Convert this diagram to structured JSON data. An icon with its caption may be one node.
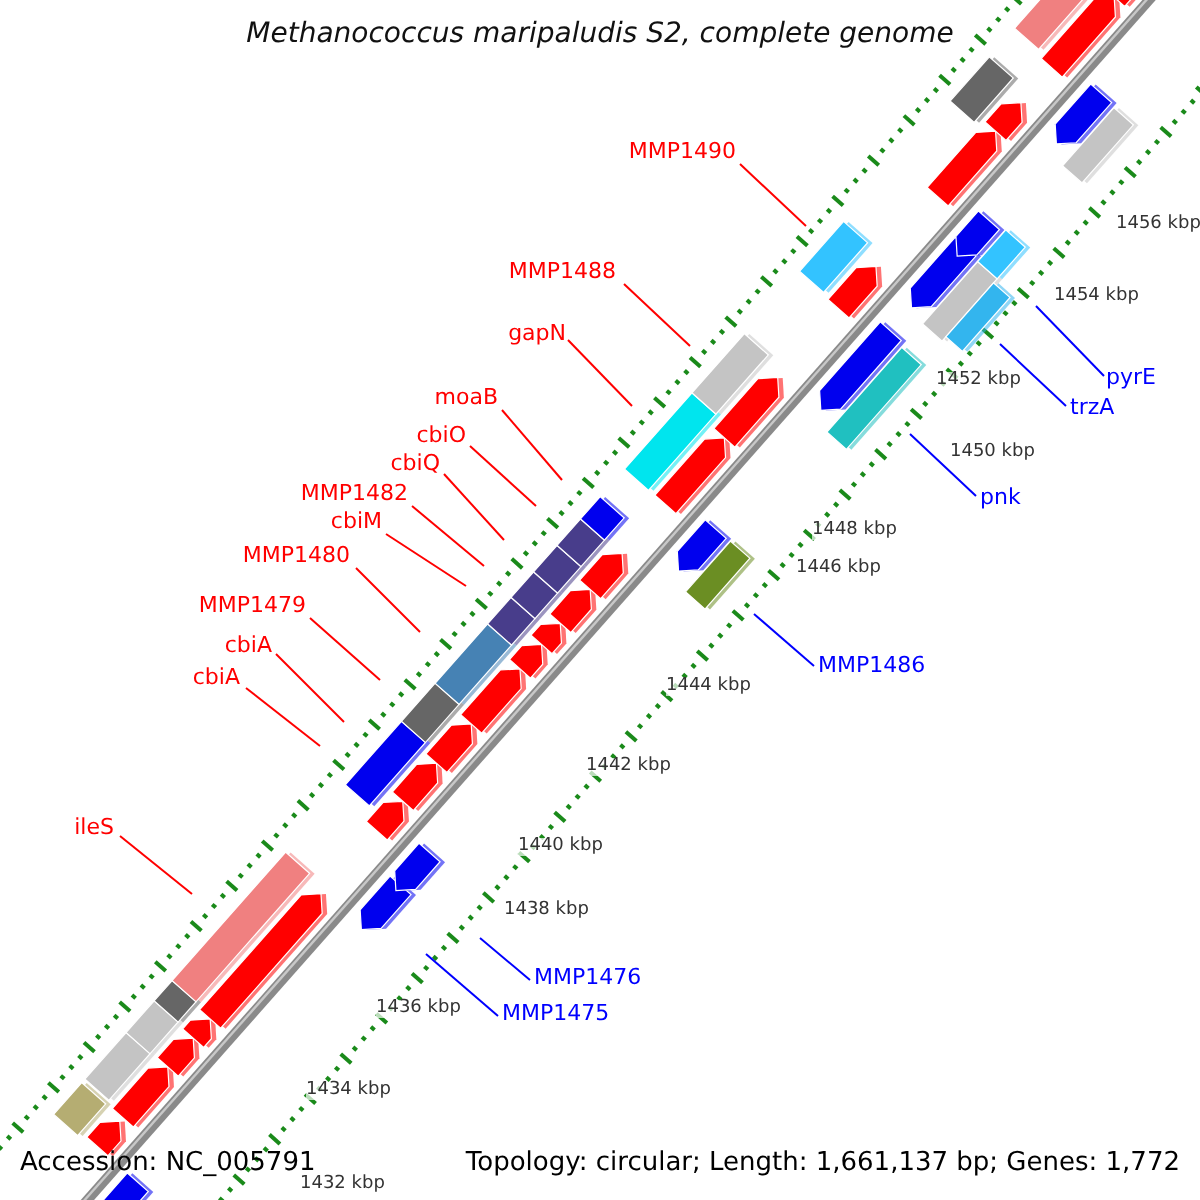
{
  "diagram": {
    "title": "Methanococcus maripaludis S2, complete genome",
    "nodes": [
      {
        "text": [
          "MMP1490"
        ]
      },
      {
        "text": [
          "MMP1488"
        ]
      },
      {
        "text": [
          "gapN"
        ]
      },
      {
        "text": [
          "pyrE"
        ]
      },
      {
        "text": [
          "moaB"
        ]
      },
      {
        "text": [
          "trzA"
        ]
      },
      {
        "text": [
          "cbiO"
        ]
      },
      {
        "text": [
          "cbiQ"
        ]
      },
      {
        "text": [
          "MMP1482"
        ]
      },
      {
        "text": [
          "pnk"
        ]
      },
      {
        "text": [
          "cbiM"
        ]
      },
      {
        "text": [
          "MMP1480"
        ]
      },
      {
        "text": [
          "MMP1479"
        ]
      },
      {
        "text": [
          "cbiA"
        ]
      },
      {
        "text": [
          "MMP1486"
        ]
      },
      {
        "text": [
          "cbiA"
        ]
      },
      {
        "text": [
          "ileS"
        ]
      },
      {
        "text": [
          "MMP1476"
        ]
      },
      {
        "text": [
          "MMP1475"
        ]
      }
    ],
    "edges": [
      {
        "from": 0,
        "to": null,
        "arrow": "none"
      },
      {
        "from": 1,
        "to": null,
        "arrow": "none"
      },
      {
        "from": 2,
        "to": null,
        "arrow": "none"
      },
      {
        "from": 3,
        "to": null,
        "arrow": "none",
        "color": "#0000ff"
      },
      {
        "from": 4,
        "to": null,
        "arrow": "none"
      },
      {
        "from": 5,
        "to": null,
        "arrow": "none",
        "color": "#0000ff"
      },
      {
        "from": 6,
        "to": null,
        "arrow": "none"
      },
      {
        "from": 7,
        "to": null,
        "arrow": "none"
      },
      {
        "from": 8,
        "to": null,
        "arrow": "none"
      },
      {
        "from": 9,
        "to": null,
        "arrow": "none",
        "color": "#0000ff"
      },
      {
        "from": 10,
        "to": null,
        "arrow": "none"
      },
      {
        "from": 11,
        "to": null,
        "arrow": "none"
      },
      {
        "from": 12,
        "to": null,
        "arrow": "none"
      },
      {
        "from": 13,
        "to": null,
        "arrow": "none"
      },
      {
        "from": 14,
        "to": null,
        "arrow": "none",
        "color": "#0000ff"
      },
      {
        "from": 15,
        "to": null,
        "arrow": "none"
      },
      {
        "from": 16,
        "to": null,
        "arrow": "none"
      },
      {
        "from": 17,
        "to": null,
        "arrow": "none",
        "color": "#0000ff"
      },
      {
        "from": 18,
        "to": null,
        "arrow": "none",
        "color": "#0000ff"
      }
    ],
    "labels": [
      "1456 kbp",
      "1454 kbp",
      "1452 kbp",
      "1450 kbp",
      "1448 kbp",
      "1446 kbp",
      "1444 kbp",
      "1442 kbp",
      "1440 kbp",
      "1438 kbp",
      "1436 kbp",
      "1434 kbp",
      "1432 kbp",
      "Accession: NC_005791",
      "Topology: circular; Length: 1,661,137 bp; Genes: 1,772"
    ]
  }
}
